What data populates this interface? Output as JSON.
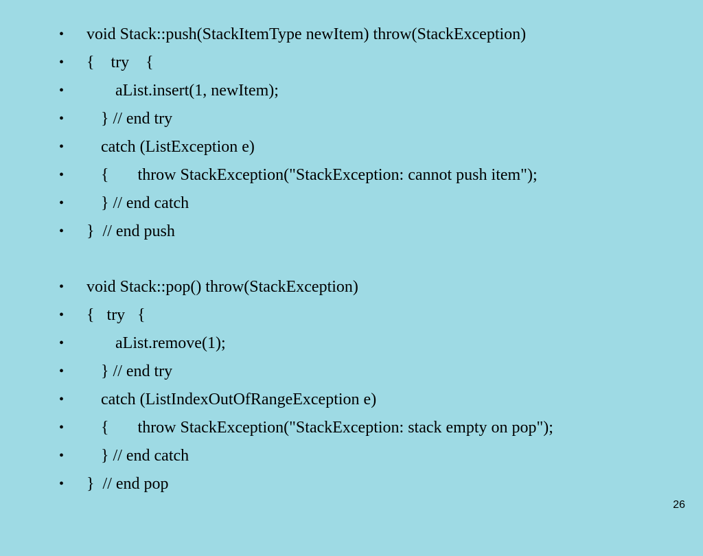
{
  "bullet": "•",
  "lines": [
    {
      "text": "void Stack::push(StackItemType newItem) throw(StackException)"
    },
    {
      "text": "{    try    {"
    },
    {
      "text": "aList.insert(1, newItem);"
    },
    {
      "text": "} // end try"
    },
    {
      "text": "catch (ListException e)"
    },
    {
      "text": "{       throw StackException(\"StackException: cannot push item\");"
    },
    {
      "text": "} // end catch"
    },
    {
      "text": "}  // end push"
    },
    {
      "text": "void Stack::pop() throw(StackException)"
    },
    {
      "text": "{   try   {"
    },
    {
      "text": "aList.remove(1);"
    },
    {
      "text": "} // end try"
    },
    {
      "text": "catch (ListIndexOutOfRangeException e)"
    },
    {
      "text": "{       throw StackException(\"StackException: stack empty on pop\");"
    },
    {
      "text": "} // end catch"
    },
    {
      "text": "}  // end pop"
    }
  ],
  "page_number": "26"
}
